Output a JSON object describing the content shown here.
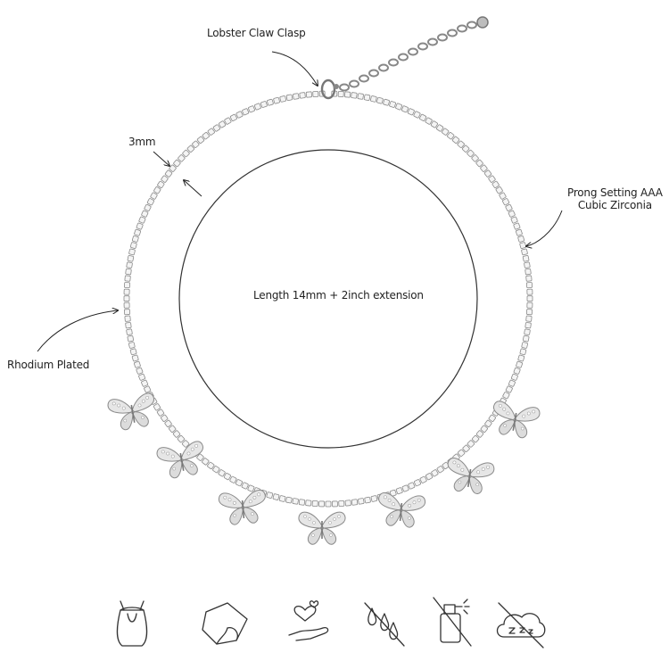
{
  "annotations": {
    "clasp": "Lobster Claw Clasp",
    "width": "3mm",
    "prong_line1": "Prong Setting AAA",
    "prong_line2": "Cubic Zirconia",
    "length": "Length 14mm + 2inch extension",
    "rhodium": "Rhodium Plated"
  },
  "care_icons": [
    {
      "icon": "pouch-icon"
    },
    {
      "icon": "polishing-cloth-icon"
    },
    {
      "icon": "hand-heart-icon"
    },
    {
      "icon": "no-water-icon"
    },
    {
      "icon": "no-spray-icon"
    },
    {
      "icon": "no-sleep-icon"
    }
  ],
  "colors": {
    "ink": "#222222",
    "metal": "#8a8a8a",
    "background": "#ffffff"
  }
}
